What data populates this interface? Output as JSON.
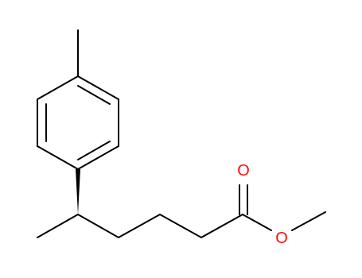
{
  "molecule": {
    "colors": {
      "bond": "#000000",
      "oxygen": "#ff0d0d",
      "background": "#ffffff"
    },
    "atoms": {
      "carbonyl_oxygen": {
        "symbol": "O",
        "element": "oxygen"
      },
      "ester_oxygen": {
        "symbol": "O",
        "element": "oxygen"
      }
    },
    "stereo_bond": "wedge"
  }
}
